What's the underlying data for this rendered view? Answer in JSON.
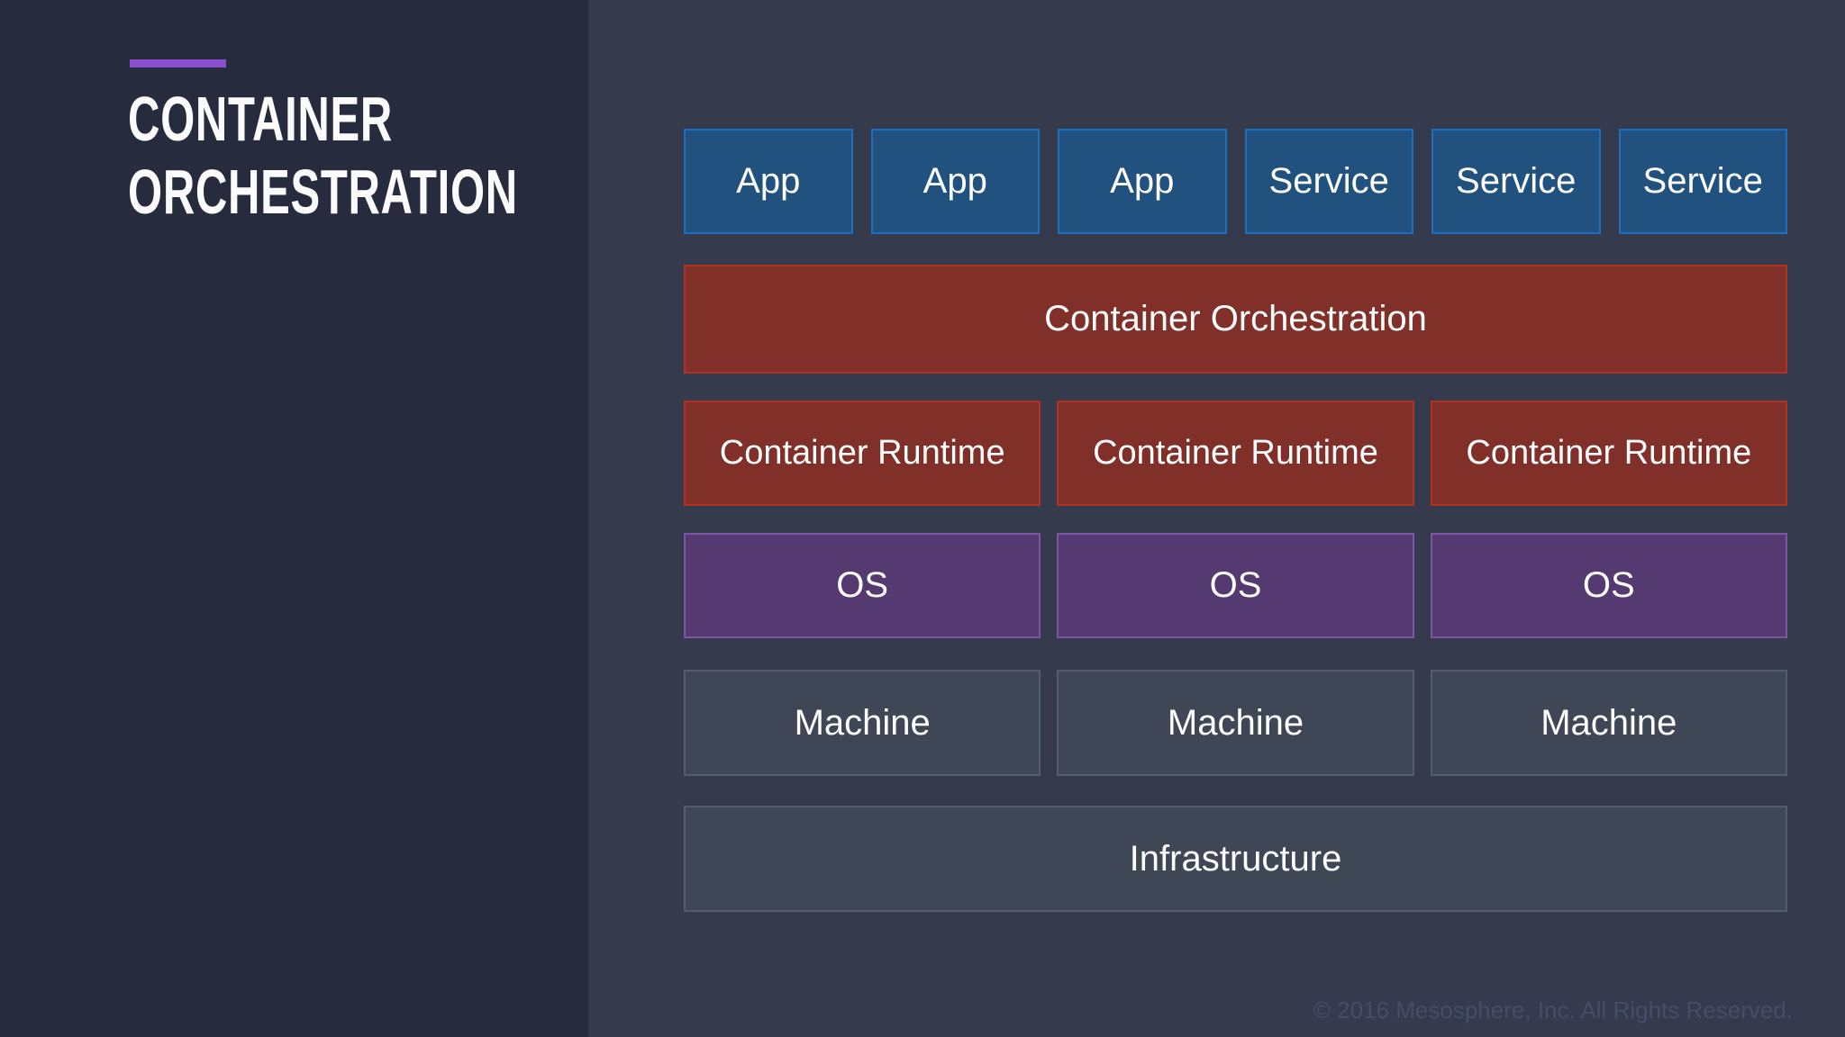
{
  "colors": {
    "sidebar_bg": "#272b3e",
    "main_bg": "#353b4d",
    "accent_purple": "#8a4fd1",
    "node_blue_fill": "#21527f",
    "node_blue_border": "#1d6fc2",
    "node_red_fill": "#803029",
    "node_red_border": "#b23120",
    "node_purple_fill": "#553a72",
    "node_purple_border": "#7e55a5",
    "node_gray_fill": "#3f4757",
    "node_gray_border": "#545d6e",
    "text_white": "#fdfdfd",
    "copyright_text": "#454e66"
  },
  "sidebar": {
    "title_line1": "CONTAINER",
    "title_line2": "ORCHESTRATION"
  },
  "diagram": {
    "top_row": [
      "App",
      "App",
      "App",
      "Service",
      "Service",
      "Service"
    ],
    "orchestration_label": "Container Orchestration",
    "runtime_labels": [
      "Container Runtime",
      "Container Runtime",
      "Container Runtime"
    ],
    "os_labels": [
      "OS",
      "OS",
      "OS"
    ],
    "machine_labels": [
      "Machine",
      "Machine",
      "Machine"
    ],
    "infrastructure_label": "Infrastructure"
  },
  "footer": {
    "copyright": "© 2016 Mesosphere, Inc. All Rights Reserved."
  }
}
